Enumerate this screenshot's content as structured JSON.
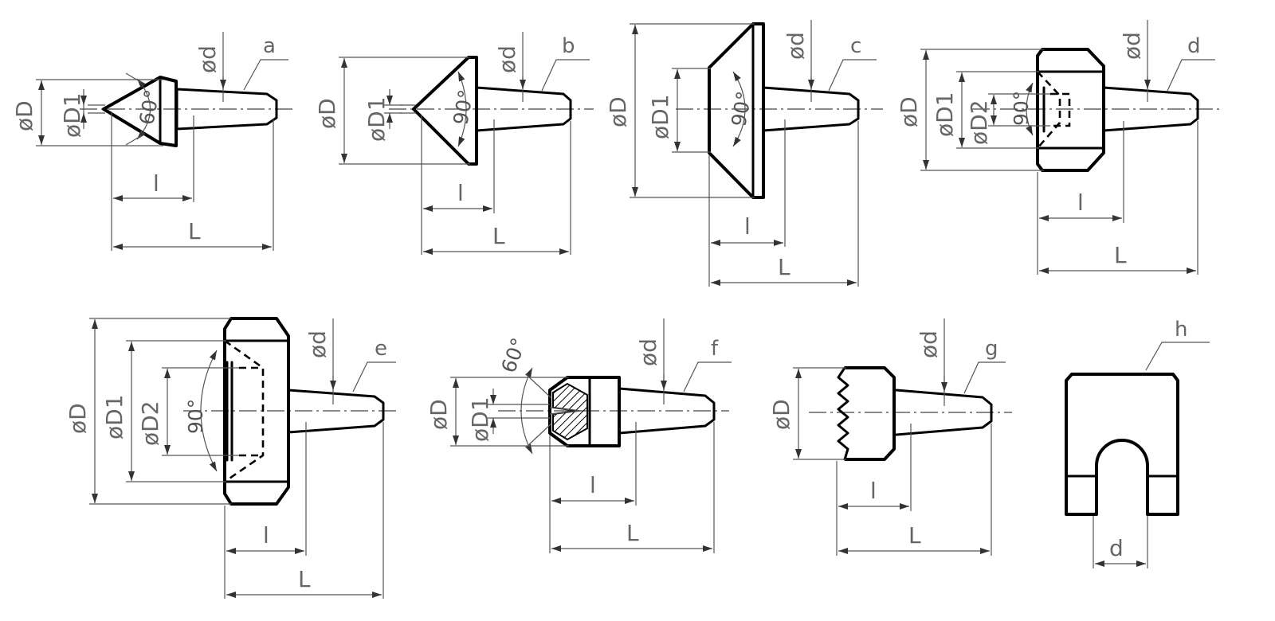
{
  "labels": {
    "phiD": "øD",
    "phiD1": "øD1",
    "phiD2": "øD2",
    "phid": "ød",
    "l": "l",
    "L": "L",
    "d": "d",
    "angle60": "60°",
    "angle90": "90°"
  },
  "figures": [
    {
      "letter": "a"
    },
    {
      "letter": "b"
    },
    {
      "letter": "c"
    },
    {
      "letter": "d"
    },
    {
      "letter": "e"
    },
    {
      "letter": "f"
    },
    {
      "letter": "g"
    },
    {
      "letter": "h"
    }
  ]
}
